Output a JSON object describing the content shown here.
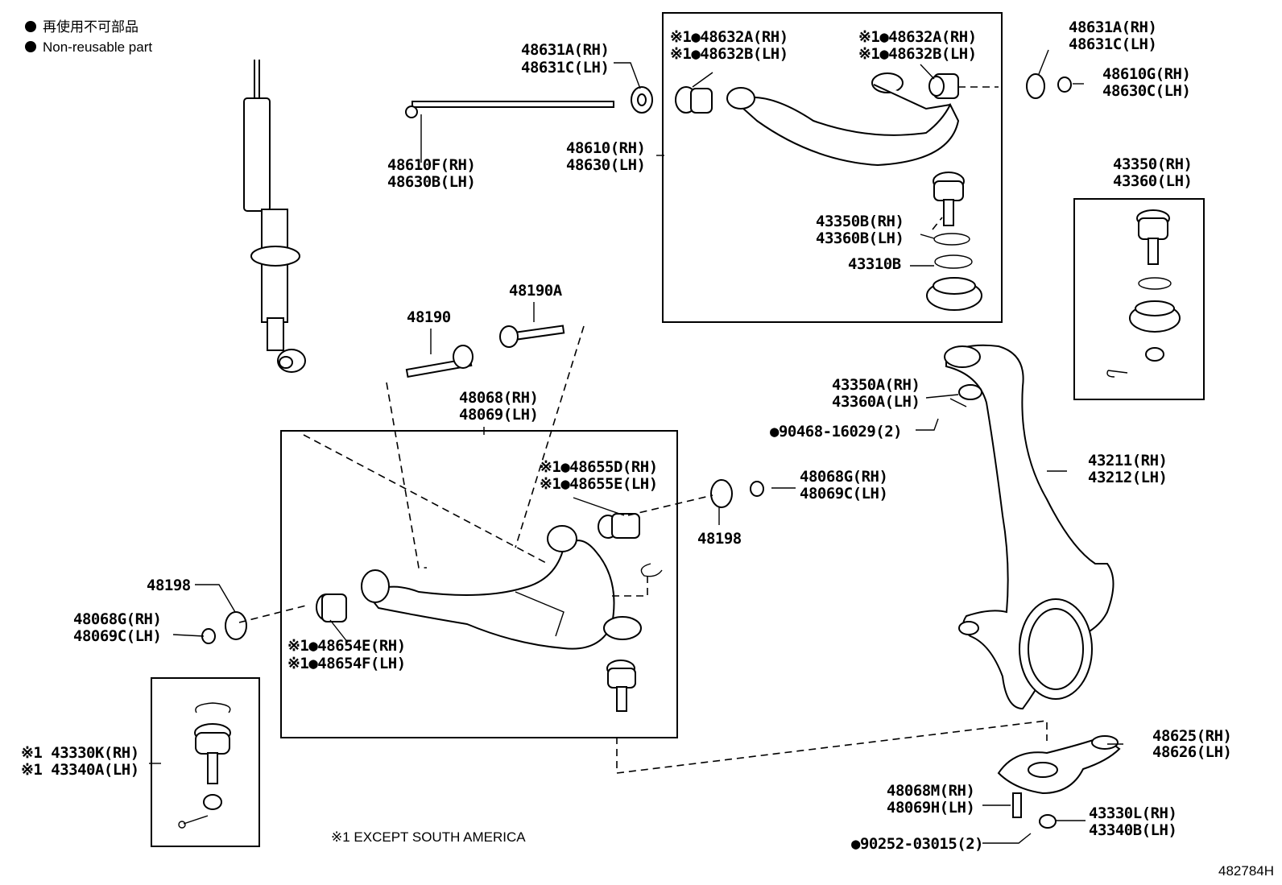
{
  "legend": {
    "non_reusable_jp": "再使用不可部品",
    "non_reusable_en": "Non-reusable part"
  },
  "footnote": "※1  EXCEPT SOUTH AMERICA",
  "illustration_number": "482784H",
  "labels": {
    "p48631A": "48631A(RH)",
    "p48631C": "48631C(LH)",
    "p48610F": "48610F(RH)",
    "p48630B": "48630B(LH)",
    "p48610": "48610(RH)",
    "p48630": "48630(LH)",
    "p48632A_l": "※1●48632A(RH)",
    "p48632B_l": "※1●48632B(LH)",
    "p48632A_r": "※1●48632A(RH)",
    "p48632B_r": "※1●48632B(LH)",
    "p48631A_r": "48631A(RH)",
    "p48631C_r": "48631C(LH)",
    "p48610G": "48610G(RH)",
    "p48630C": "48630C(LH)",
    "p43350B": "43350B(RH)",
    "p43360B": "43360B(LH)",
    "p43310B": "43310B",
    "p43350": "43350(RH)",
    "p43360": "43360(LH)",
    "p48190": "48190",
    "p48190A": "48190A",
    "p48068": "48068(RH)",
    "p48069": "48069(LH)",
    "p48655D": "※1●48655D(RH)",
    "p48655E": "※1●48655E(LH)",
    "p48068G_r": "48068G(RH)",
    "p48069C_r": "48069C(LH)",
    "p48198_r": "48198",
    "p43350A": "43350A(RH)",
    "p43360A": "43360A(LH)",
    "p90468": "●90468-16029(2)",
    "p43211": "43211(RH)",
    "p43212": "43212(LH)",
    "p48198_l": "48198",
    "p48068G_l": "48068G(RH)",
    "p48069C_l": "48069C(LH)",
    "p48654E": "※1●48654E(RH)",
    "p48654F": "※1●48654F(LH)",
    "p43330K": "※1 43330K(RH)",
    "p43340A": "※1 43340A(LH)",
    "p48625": "48625(RH)",
    "p48626": "48626(LH)",
    "p48068M": "48068M(RH)",
    "p48069H": "48069H(LH)",
    "p43330L": "43330L(RH)",
    "p43340B": "43340B(LH)",
    "p90252": "●90252-03015(2)"
  }
}
